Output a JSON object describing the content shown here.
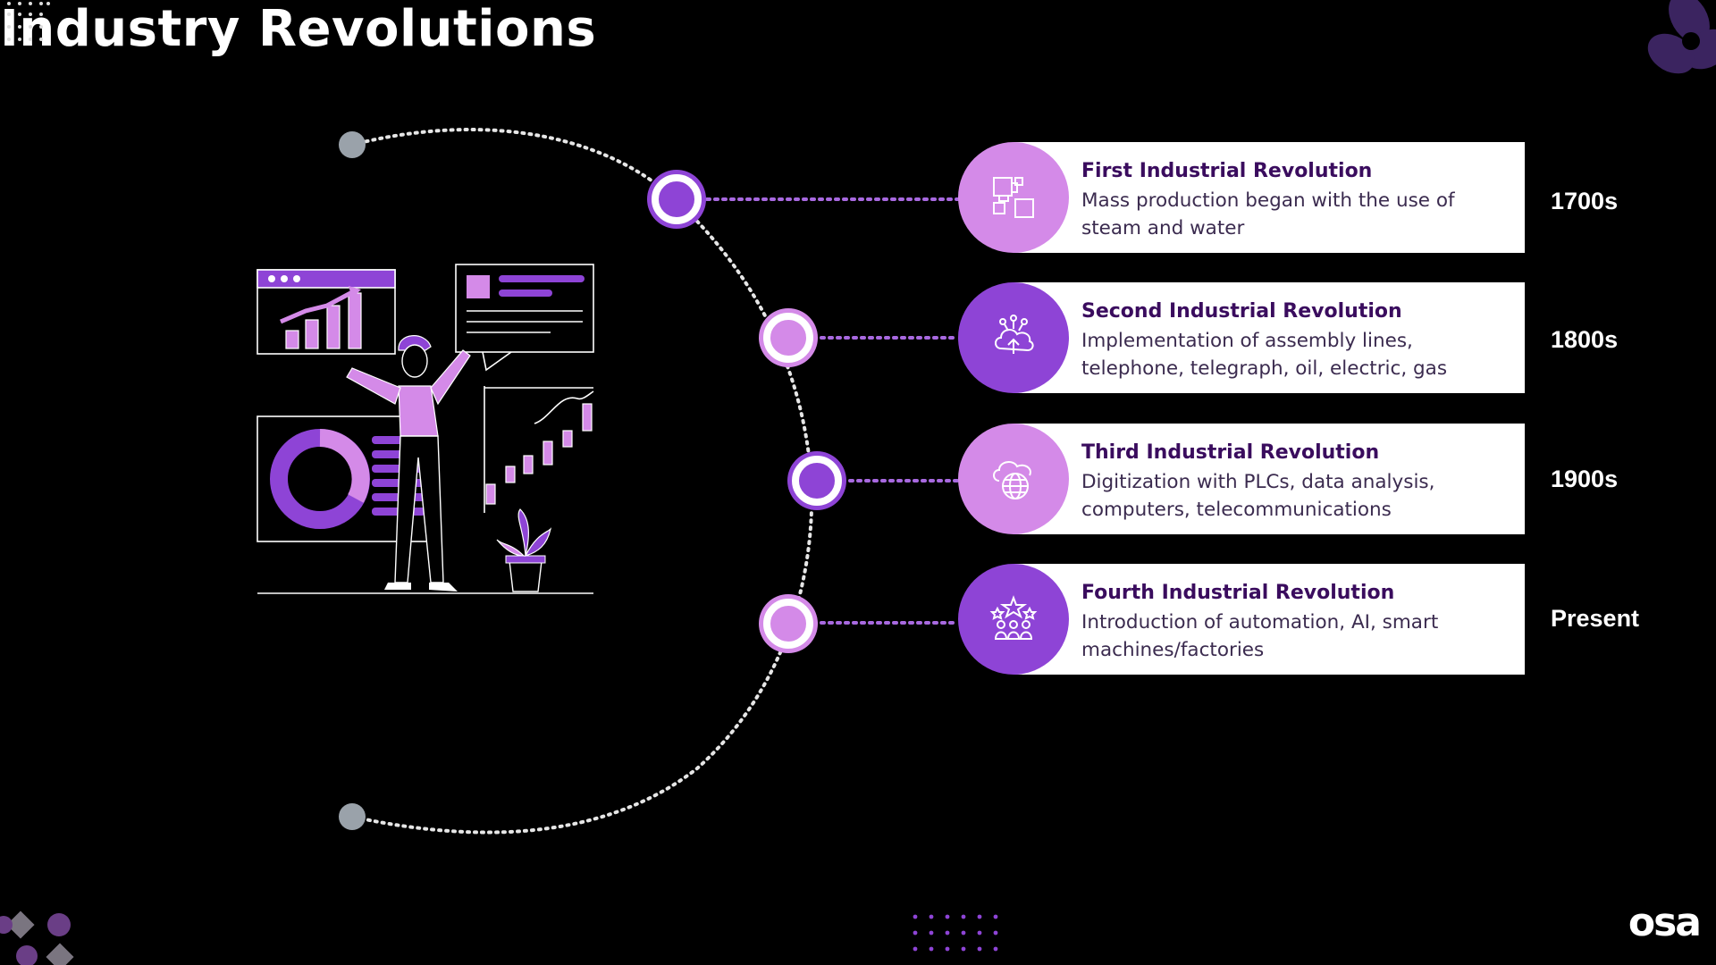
{
  "title": "Industry Revolutions",
  "logo_text": "osa",
  "colors": {
    "background": "#000000",
    "accent_light": "#d48ae8",
    "accent_dark": "#8e44d6",
    "card_title": "#3a0c5e",
    "connector": "#a869e0",
    "arc": "#e6e6e6",
    "arc_end": "#9aa2aa"
  },
  "revolutions": [
    {
      "title": "First Industrial Revolution",
      "description": "Mass production began with the use of steam and water",
      "era": "1700s",
      "icon": "puzzle-icon",
      "circle_color": "#d48ae8",
      "node_style": "dark"
    },
    {
      "title": "Second Industrial Revolution",
      "description": "Implementation of assembly lines, telephone, telegraph, oil, electric, gas",
      "era": "1800s",
      "icon": "cloud-network-icon",
      "circle_color": "#8e44d6",
      "node_style": "light"
    },
    {
      "title": "Third Industrial Revolution",
      "description": "Digitization with PLCs, data analysis, computers, telecommunications",
      "era": "1900s",
      "icon": "cloud-globe-icon",
      "circle_color": "#d48ae8",
      "node_style": "dark"
    },
    {
      "title": "Fourth Industrial Revolution",
      "description": "Introduction of automation, AI, smart machines/factories",
      "era": "Present",
      "icon": "team-stars-icon",
      "circle_color": "#8e44d6",
      "node_style": "light"
    }
  ]
}
